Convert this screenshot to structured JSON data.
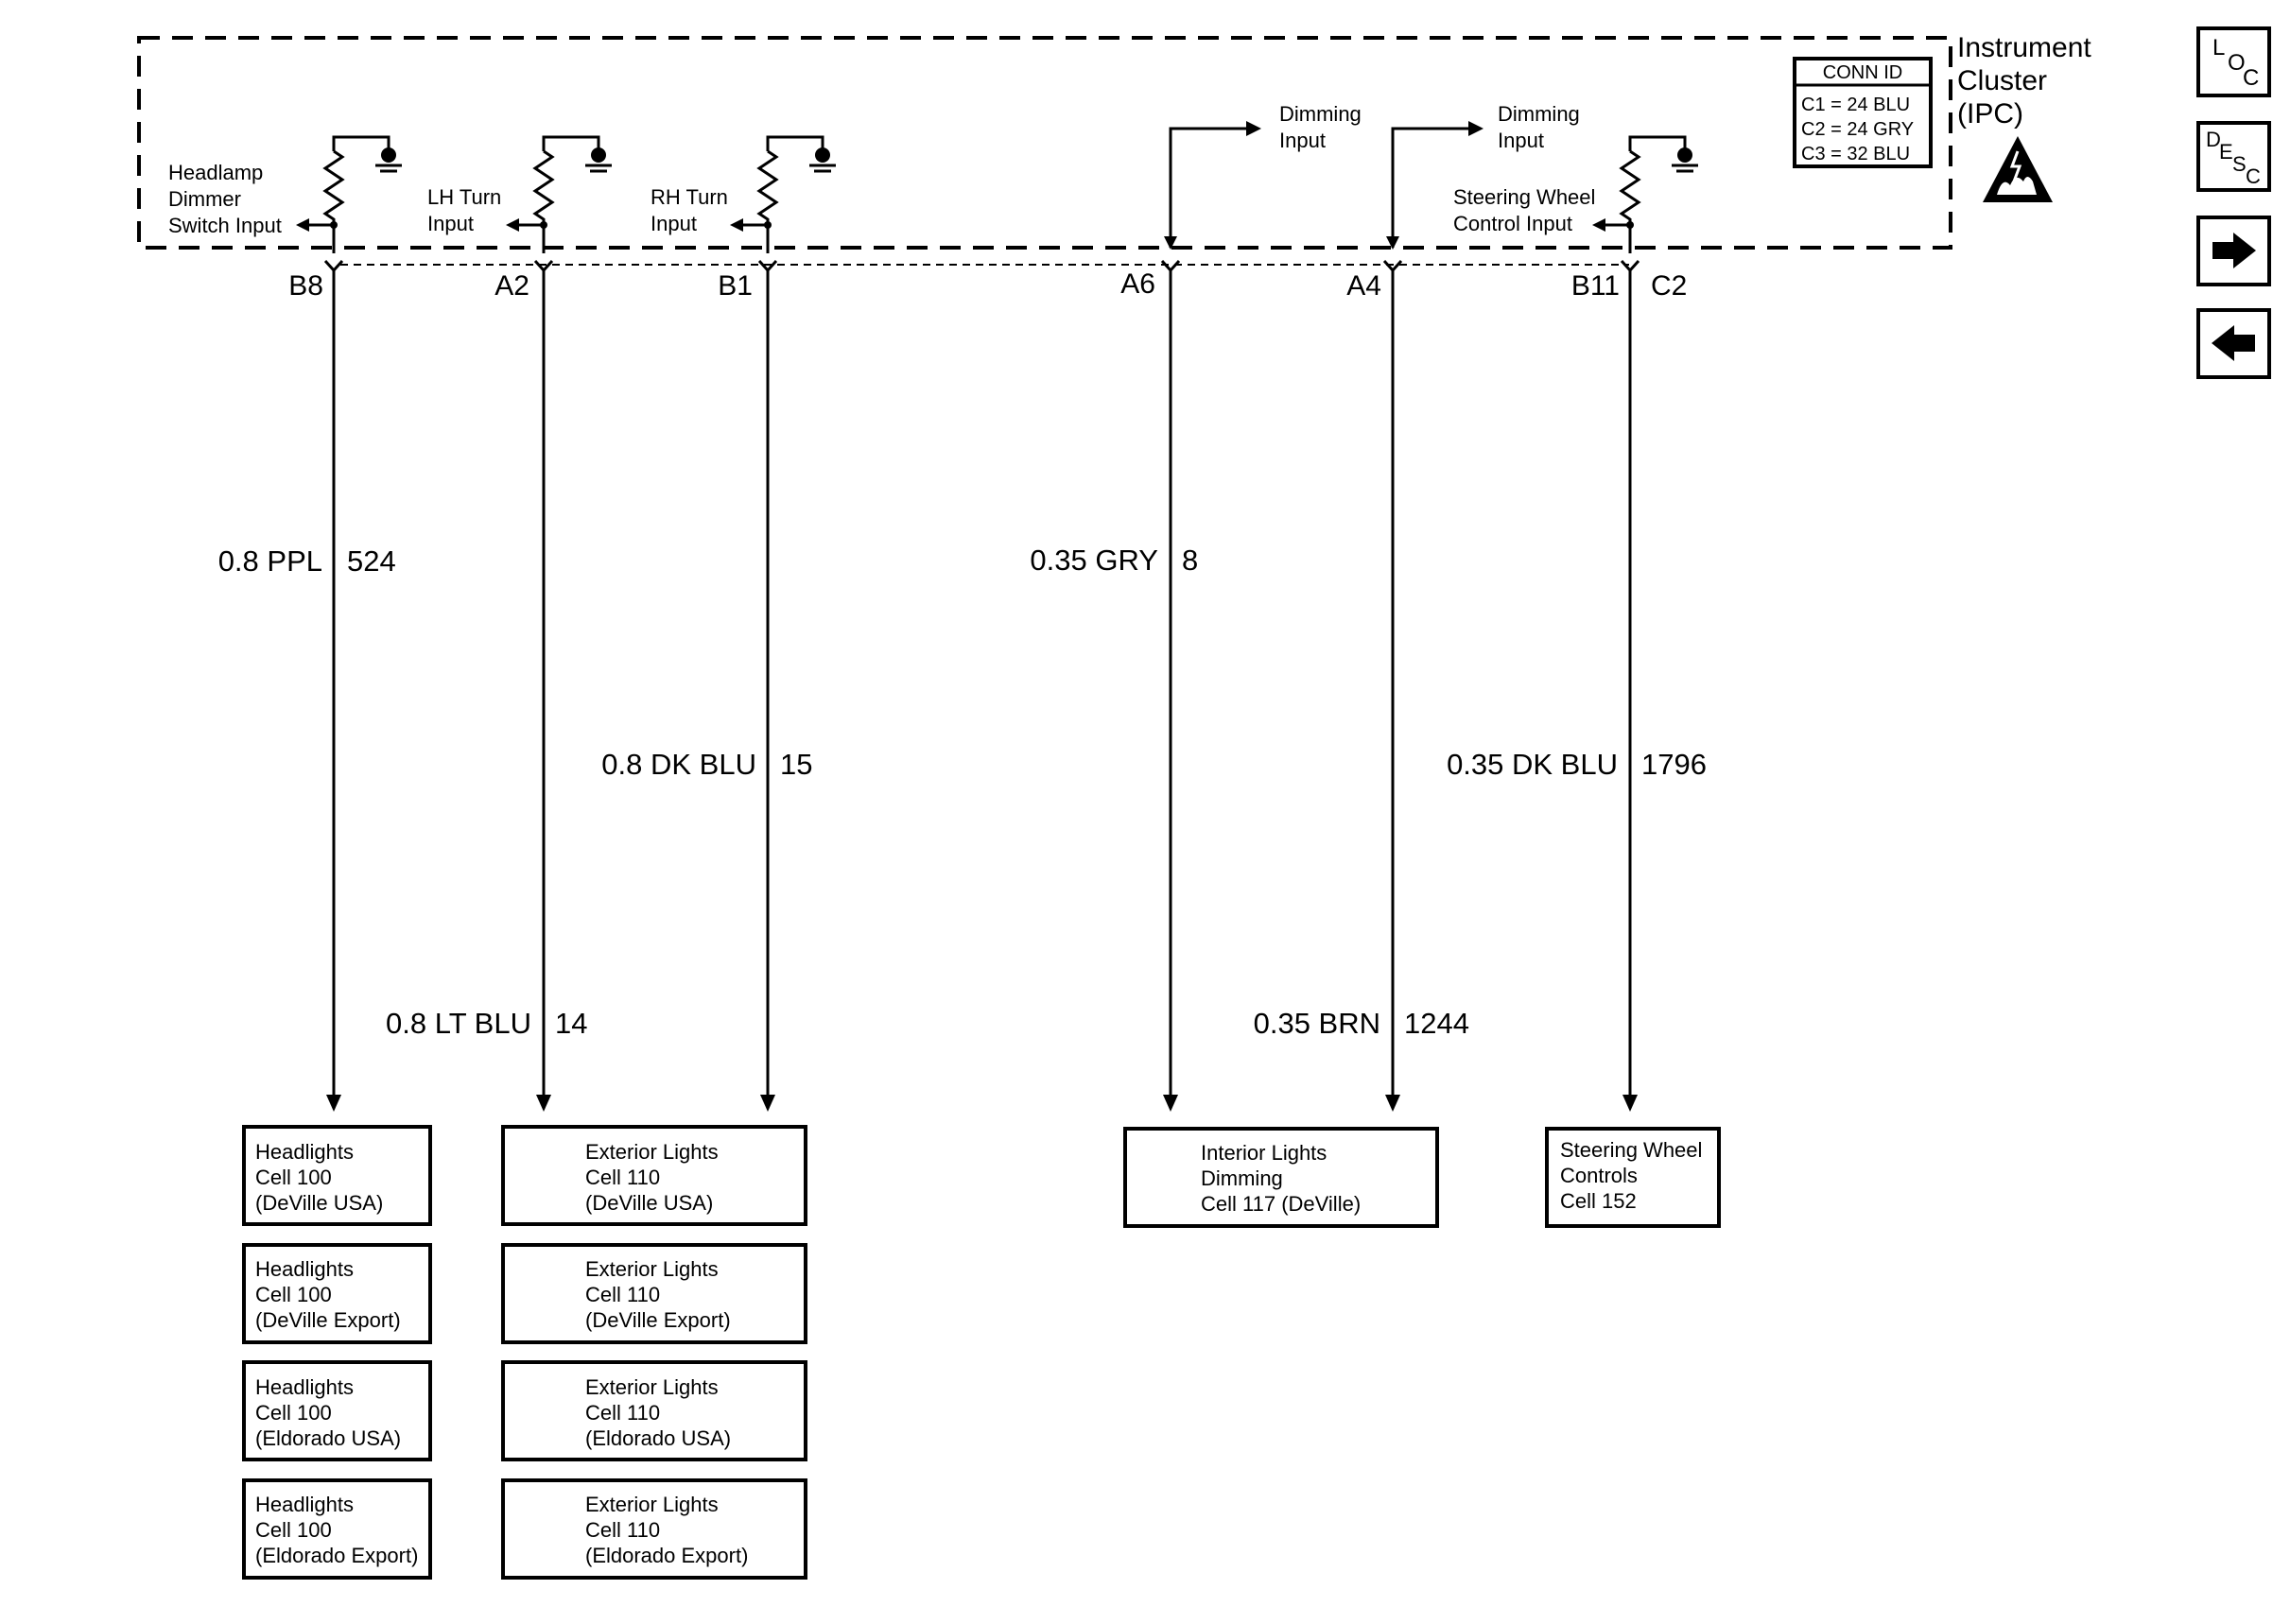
{
  "module": {
    "title_lines": [
      "Instrument",
      "Cluster",
      "(IPC)"
    ],
    "conn_id": {
      "header": "CONN ID",
      "rows": [
        "C1 = 24 BLU",
        "C2 = 24 GRY",
        "C3 = 32 BLU"
      ]
    },
    "esd_icon": "electrostatic-discharge-warning-icon"
  },
  "inputs": {
    "headlamp": [
      "Headlamp",
      "Dimmer",
      "Switch Input"
    ],
    "lh_turn": [
      "LH Turn",
      "Input"
    ],
    "rh_turn": [
      "RH Turn",
      "Input"
    ],
    "dimming_1": [
      "Dimming",
      "Input"
    ],
    "dimming_2": [
      "Dimming",
      "Input"
    ],
    "steering": [
      "Steering Wheel",
      "Control Input"
    ]
  },
  "pins": {
    "b8": "B8",
    "a2": "A2",
    "b1": "B1",
    "a6": "A6",
    "a4": "A4",
    "b11": "B11",
    "c2": "C2"
  },
  "wires": {
    "b8": {
      "gauge_color": "0.8 PPL",
      "circuit": "524"
    },
    "a2": {
      "gauge_color": "0.8 LT BLU",
      "circuit": "14"
    },
    "b1": {
      "gauge_color": "0.8 DK BLU",
      "circuit": "15"
    },
    "a6": {
      "gauge_color": "0.35 GRY",
      "circuit": "8"
    },
    "a4": {
      "gauge_color": "0.35 BRN",
      "circuit": "1244"
    },
    "b11": {
      "gauge_color": "0.35 DK BLU",
      "circuit": "1796"
    }
  },
  "destinations": {
    "headlights": [
      [
        "Headlights",
        "Cell 100",
        "(DeVille USA)"
      ],
      [
        "Headlights",
        "Cell 100",
        "(DeVille Export)"
      ],
      [
        "Headlights",
        "Cell 100",
        "(Eldorado USA)"
      ],
      [
        "Headlights",
        "Cell 100",
        "(Eldorado Export)"
      ]
    ],
    "exterior": [
      [
        "Exterior Lights",
        "Cell 110",
        "(DeVille USA)"
      ],
      [
        "Exterior Lights",
        "Cell 110",
        "(DeVille Export)"
      ],
      [
        "Exterior Lights",
        "Cell 110",
        "(Eldorado USA)"
      ],
      [
        "Exterior Lights",
        "Cell 110",
        "(Eldorado Export)"
      ]
    ],
    "interior": [
      "Interior Lights",
      "Dimming",
      "Cell 117 (DeVille)"
    ],
    "steering": [
      "Steering Wheel",
      "Controls",
      "Cell 152"
    ]
  },
  "nav": {
    "loc": {
      "main": "L",
      "sub1": "O",
      "sub2": "C",
      "icon": "location-icon"
    },
    "desc": {
      "main": "D",
      "sub1": "E",
      "sub2": "S",
      "sub3": "C",
      "icon": "description-icon"
    },
    "next_icon": "arrow-right-icon",
    "prev_icon": "arrow-left-icon"
  }
}
